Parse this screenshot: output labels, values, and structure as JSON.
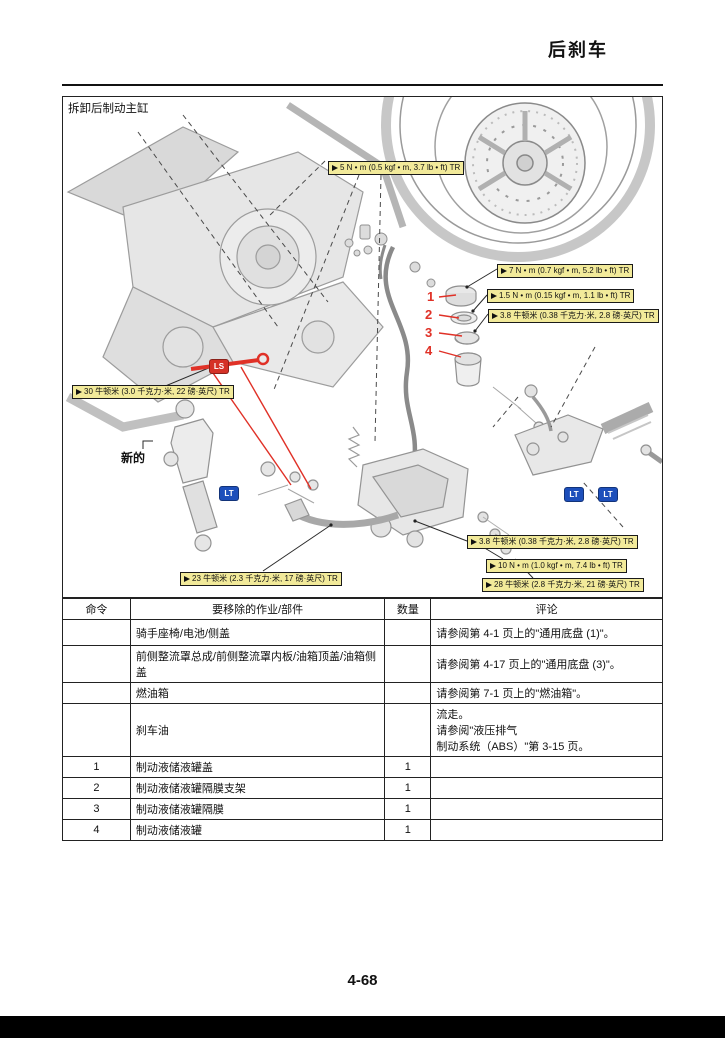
{
  "page": {
    "header_title": "后刹车",
    "figure_title": "拆卸后制动主缸",
    "new_part_label": "新的",
    "page_number": "4-68"
  },
  "colors": {
    "callout_bg": "#f2ea9a",
    "callout_border": "#1a1a1a",
    "highlight_red": "#e03127",
    "loctite_blue": "#1d4fbb",
    "locksealer_red": "#d53227"
  },
  "icons": {
    "wrench": "black-triangle-pointer",
    "ls_badge": "LS",
    "lt_badge": "LT"
  },
  "glue_icons": [
    {
      "label": "LS",
      "type": "red"
    },
    {
      "label": "LT",
      "type": "blue"
    },
    {
      "label": "LT",
      "type": "blue"
    },
    {
      "label": "LT",
      "type": "blue"
    }
  ],
  "part_callout_numbers": [
    "1",
    "2",
    "3",
    "4"
  ],
  "torque_callouts": [
    {
      "text": "5 N • m (0.5 kgf • m, 3.7 lb • ft) TR"
    },
    {
      "text": "7 N • m (0.7 kgf • m, 5.2 lb • ft) TR"
    },
    {
      "text": "1.5 N • m (0.15 kgf • m, 1.1 lb • ft) TR"
    },
    {
      "text": "3.8 牛顿米 (0.38 千克力·米, 2.8 磅·英尺) TR"
    },
    {
      "text": "30 牛顿米 (3.0 千克力·米, 22 磅·英尺) TR"
    },
    {
      "text": "3.8 牛顿米 (0.38 千克力·米, 2.8 磅·英尺) TR"
    },
    {
      "text": "10 N • m (1.0 kgf • m, 7.4 lb • ft) TR"
    },
    {
      "text": "23 牛顿米 (2.3 千克力·米, 17 磅·英尺) TR"
    },
    {
      "text": "28 牛顿米 (2.8 千克力·米, 21 磅·英尺) TR"
    }
  ],
  "table": {
    "headers": [
      "命令",
      "要移除的作业/部件",
      "数量",
      "评论"
    ],
    "rows": [
      {
        "order": "",
        "job": "骑手座椅/电池/侧盖",
        "qty": "",
        "remarks": "请参阅第 4-1 页上的\"通用底盘 (1)\"。"
      },
      {
        "order": "",
        "job": "前侧整流罩总成/前侧整流罩内板/油箱顶盖/油箱侧盖",
        "qty": "",
        "remarks": "请参阅第 4-17 页上的\"通用底盘 (3)\"。"
      },
      {
        "order": "",
        "job": "燃油箱",
        "qty": "",
        "remarks": "请参阅第 7-1 页上的\"燃油箱\"。"
      },
      {
        "order": "",
        "job": "刹车油",
        "qty": "",
        "remarks": "流走。\n请参阅\"液压排气\n制动系统（ABS）\"第 3-15 页。"
      },
      {
        "order": "1",
        "job": "制动液储液罐盖",
        "qty": "1",
        "remarks": ""
      },
      {
        "order": "2",
        "job": "制动液储液罐隔膜支架",
        "qty": "1",
        "remarks": ""
      },
      {
        "order": "3",
        "job": "制动液储液罐隔膜",
        "qty": "1",
        "remarks": ""
      },
      {
        "order": "4",
        "job": "制动液储液罐",
        "qty": "1",
        "remarks": ""
      }
    ]
  }
}
